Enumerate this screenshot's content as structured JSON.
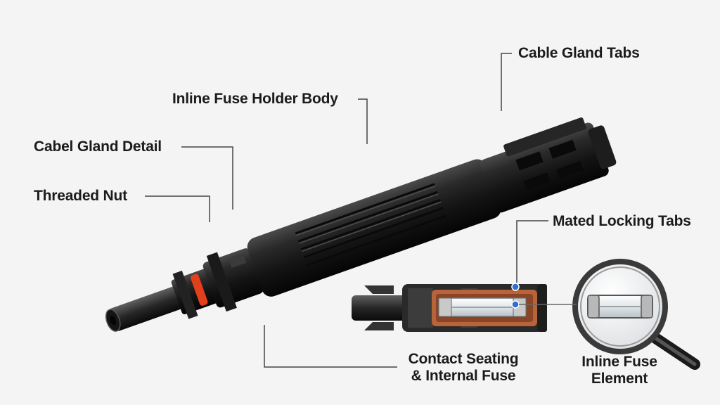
{
  "labels": {
    "cable_gland_tabs": "Cable Gland Tabs",
    "inline_fuse_holder_body": "Inline Fuse Holder Body",
    "cabel_gland_detail": "Cabel Gland Detail",
    "threaded_nut": "Threaded Nut",
    "mated_locking_tabs": "Mated Locking Tabs",
    "contact_seating_line1": "Contact Seating",
    "contact_seating_line2": "& Internal Fuse",
    "inline_fuse_element_line1": "Inline Fuse",
    "inline_fuse_element_line2": "Element"
  },
  "colors": {
    "background": "#f4f4f4",
    "body": "#1c1c1c",
    "seal_ring": "#e2401c",
    "copper": "#b8643a",
    "callout_line": "#444444",
    "magnifier_rim": "#3a3a3a",
    "marker": "#2f6fd0"
  }
}
